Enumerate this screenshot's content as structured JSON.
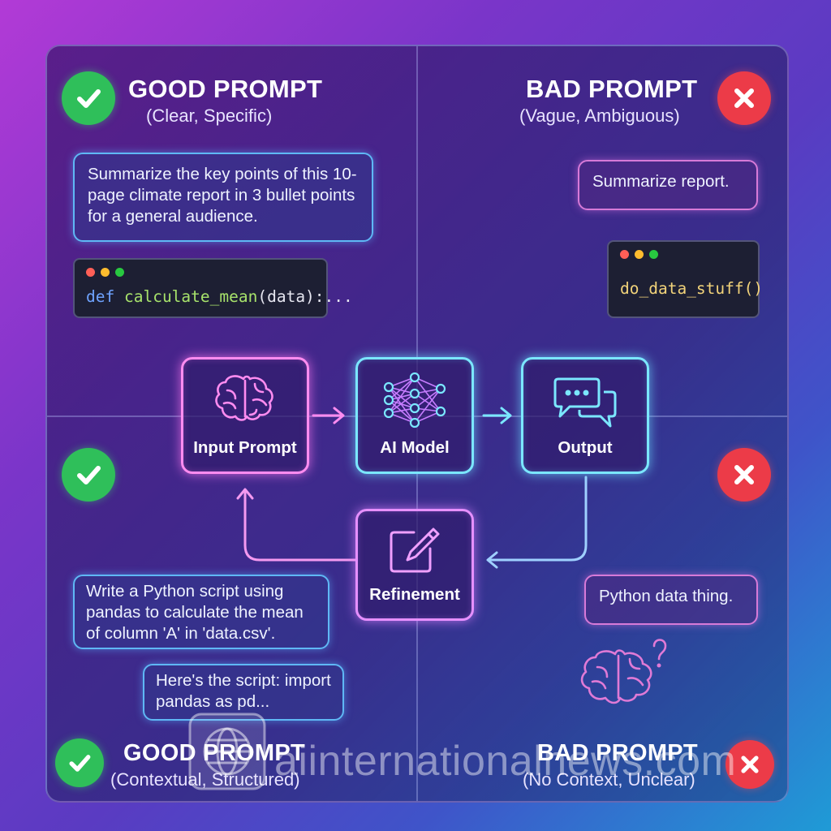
{
  "quadrants": {
    "top_left": {
      "title": "GOOD PROMPT",
      "subtitle": "(Clear, Specific)",
      "bubble": "Summarize the key points of this 10-page climate report in 3 bullet points for a general audience.",
      "code_keyword": "def",
      "code_func": "calculate_mean",
      "code_rest": "(data):..."
    },
    "top_right": {
      "title": "BAD PROMPT",
      "subtitle": "(Vague, Ambiguous)",
      "bubble": "Summarize report.",
      "code": "do_data_stuff()"
    },
    "bottom_left": {
      "title": "GOOD PROMPT",
      "subtitle": "(Contextual, Structured)",
      "bubble": "Write a Python script using pandas to calculate the mean of column 'A' in 'data.csv'.",
      "reply": "Here's the script: import pandas as pd..."
    },
    "bottom_right": {
      "title": "BAD PROMPT",
      "subtitle": "(No Context, Unclear)",
      "bubble": "Python data thing."
    }
  },
  "flow": {
    "input": "Input Prompt",
    "model": "AI Model",
    "output": "Output",
    "refine": "Refinement"
  },
  "watermark": "aiinternationalnews.com",
  "colors": {
    "good": "#2fbf5a",
    "bad": "#ec3b48",
    "bubble_good": "#5fb8f5",
    "bubble_bad": "#d77ad8",
    "node_pink": "#ff8cf0",
    "node_cyan": "#7be7ff"
  },
  "icons": [
    "check-icon",
    "x-icon",
    "brain-icon",
    "neural-network-icon",
    "chat-bubbles-icon",
    "edit-icon",
    "brain-question-icon",
    "globe-icon"
  ]
}
